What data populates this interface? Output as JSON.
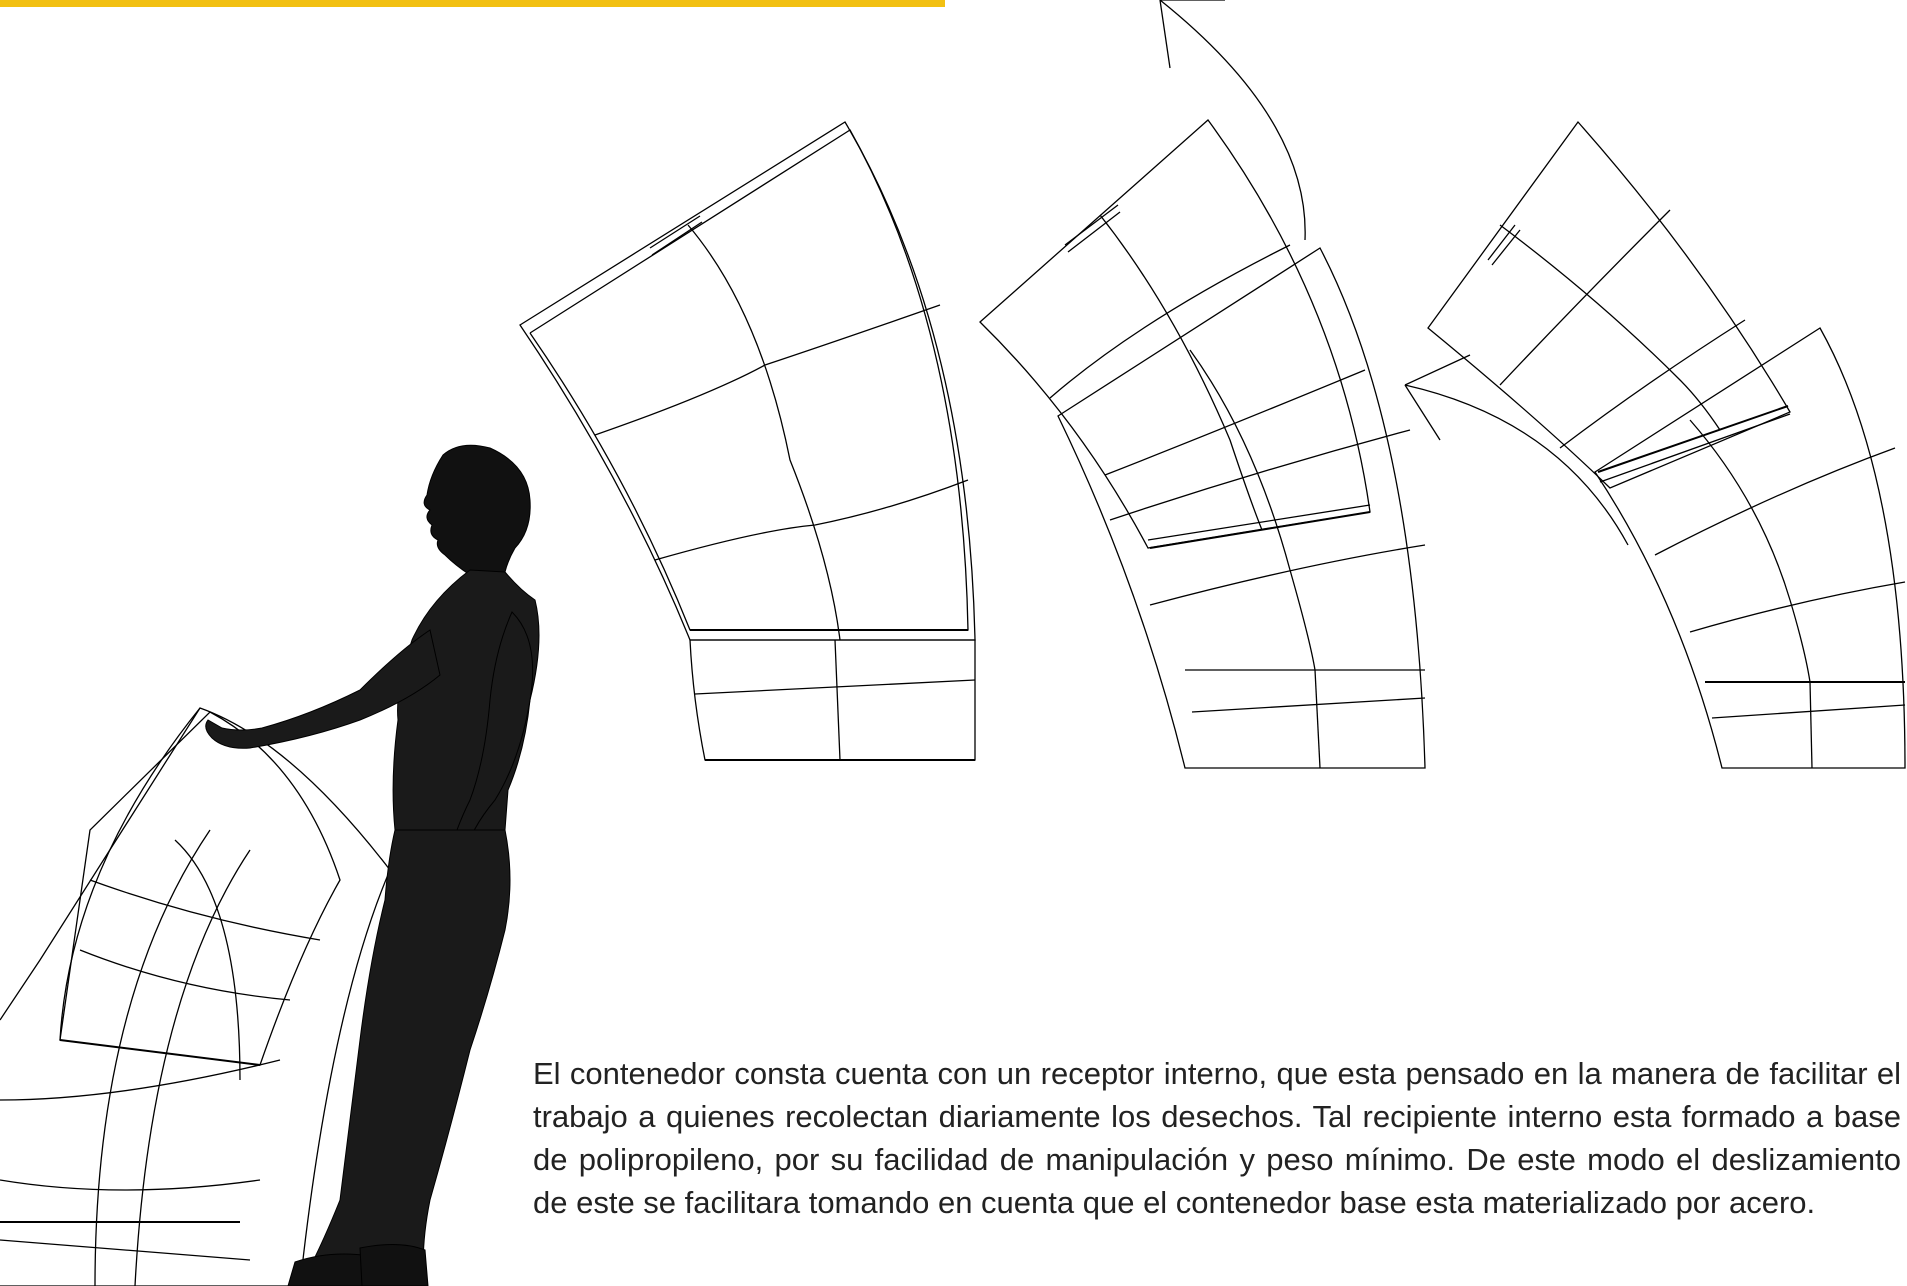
{
  "accent_color": "#f2c012",
  "illustration": {
    "elements": [
      "wireframe-human-figure",
      "curved-container-stage-1",
      "curved-container-stage-2",
      "curved-container-stage-3",
      "rotation-arrow-icon",
      "insertion-arrow-icon"
    ]
  },
  "caption": {
    "text": "El contenedor consta cuenta con un receptor interno, que esta pensado en la manera de facilitar el trabajo a quienes recolectan diariamente los desechos. Tal recipiente interno esta formado a base de polipropileno, por su facilidad de manipulación y peso mínimo. De este modo el deslizamiento de este se facilitara tomando en cuenta que el contenedor base esta materializado por acero."
  }
}
